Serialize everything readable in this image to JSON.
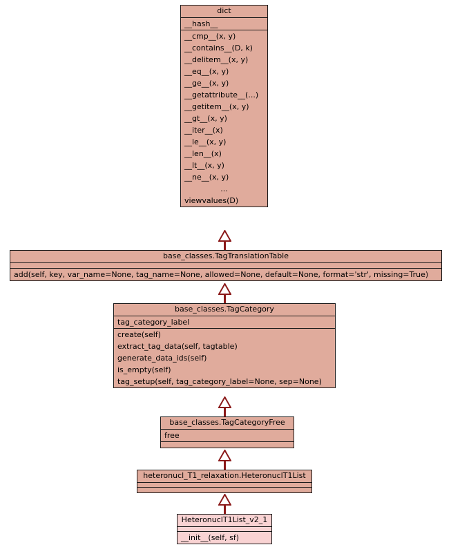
{
  "diagram": {
    "title": "Class hierarchy: HeteronuclT1List_v2_1",
    "type": "uml-class-diagram",
    "background_color": "#ffffff",
    "box_fill_color": "#e0ab9c",
    "leaf_box_fill_color": "#f9d3d3",
    "border_color": "#1a1a1a",
    "connector_color": "#8b1a1a",
    "arrow_fill_color": "#ffffff"
  },
  "classes": [
    {
      "id": "dict",
      "name": "dict",
      "attributes": [
        "__hash__"
      ],
      "operations": [
        "__cmp__(x, y)",
        "__contains__(D, k)",
        "__delitem__(x, y)",
        "__eq__(x, y)",
        "__ge__(x, y)",
        "__getattribute__(...)",
        "__getitem__(x, y)",
        "__gt__(x, y)",
        "__iter__(x)",
        "__le__(x, y)",
        "__len__(x)",
        "__lt__(x, y)",
        "__ne__(x, y)",
        "...",
        "viewvalues(D)"
      ]
    },
    {
      "id": "tagtranslationtable",
      "name": "base_classes.TagTranslationTable",
      "attributes": [],
      "operations": [
        "add(self, key, var_name=None, tag_name=None, allowed=None, default=None, format='str', missing=True)"
      ]
    },
    {
      "id": "tagcategory",
      "name": "base_classes.TagCategory",
      "attributes": [
        "tag_category_label"
      ],
      "operations": [
        "create(self)",
        "extract_tag_data(self, tagtable)",
        "generate_data_ids(self)",
        "is_empty(self)",
        "tag_setup(self, tag_category_label=None, sep=None)"
      ]
    },
    {
      "id": "tagcategoryfree",
      "name": "base_classes.TagCategoryFree",
      "attributes": [
        "free"
      ],
      "operations": []
    },
    {
      "id": "heteronuclt1list",
      "name": "heteronucl_T1_relaxation.HeteronuclT1List",
      "attributes": [],
      "operations": []
    },
    {
      "id": "heteronuclt1list_v2_1",
      "name": "HeteronuclT1List_v2_1",
      "attributes": [],
      "operations": [
        "__init__(self, sf)"
      ]
    }
  ],
  "relationships": [
    {
      "type": "generalization",
      "from": "tagtranslationtable",
      "to": "dict"
    },
    {
      "type": "generalization",
      "from": "tagcategory",
      "to": "tagtranslationtable"
    },
    {
      "type": "generalization",
      "from": "tagcategoryfree",
      "to": "tagcategory"
    },
    {
      "type": "generalization",
      "from": "heteronuclt1list",
      "to": "tagcategoryfree"
    },
    {
      "type": "generalization",
      "from": "heteronuclt1list_v2_1",
      "to": "heteronuclt1list"
    }
  ]
}
